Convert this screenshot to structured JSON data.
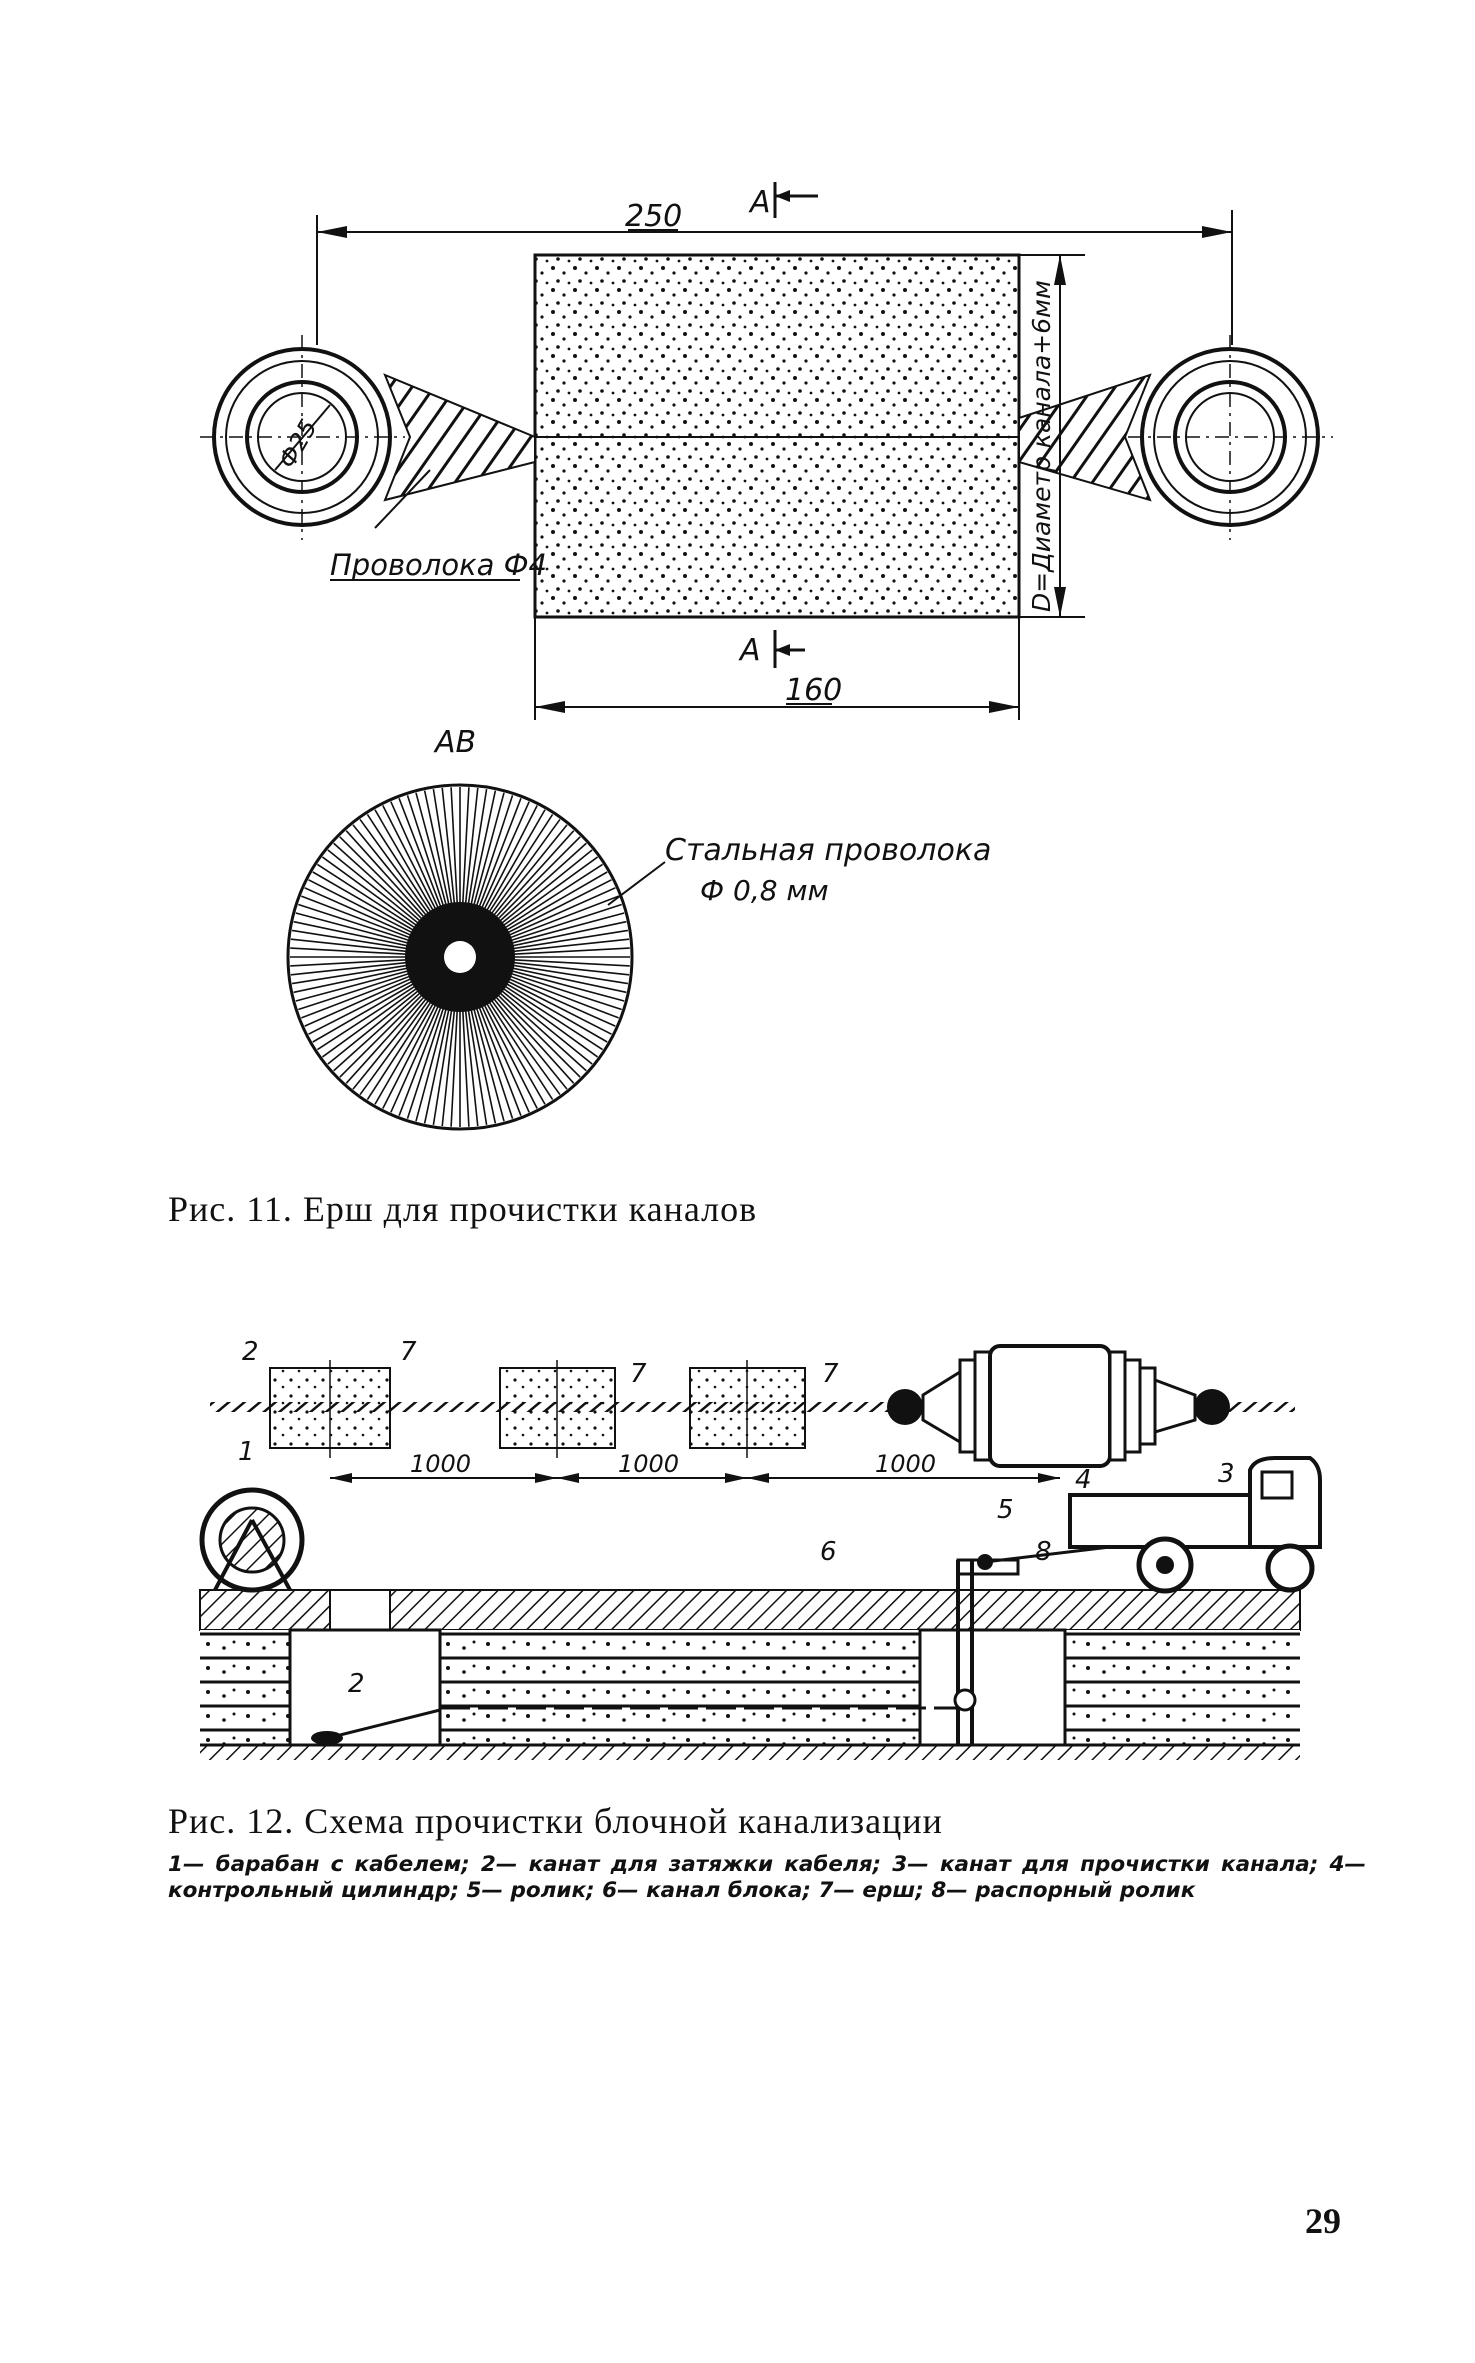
{
  "fig11": {
    "dim_top": "250",
    "section_top": "A",
    "section_bottom": "A",
    "dim_bottom": "160",
    "ring_dia": "Ф25",
    "wire_label": "Проволока Ф4",
    "side_label": "D=Диаметр канала+6мм",
    "section_view": "АВ",
    "steel_wire_line1": "Стальная проволока",
    "steel_wire_line2": "Ф 0,8 мм",
    "caption": "Рис. 11. Ерш для прочистки каналов"
  },
  "fig12": {
    "callouts": [
      "2",
      "7",
      "7",
      "7",
      "1",
      "4",
      "3",
      "5",
      "6",
      "8",
      "2"
    ],
    "dims": [
      "1000",
      "1000",
      "1000"
    ],
    "caption": "Рис. 12. Схема прочистки блочной канализации",
    "legend": "1— барабан с кабелем; 2— канат для затяжки кабеля; 3— канат для прочистки канала; 4— контрольный цилиндр; 5— ролик; 6— канал блока; 7— ерш; 8— распорный ролик"
  },
  "page_number": "29"
}
